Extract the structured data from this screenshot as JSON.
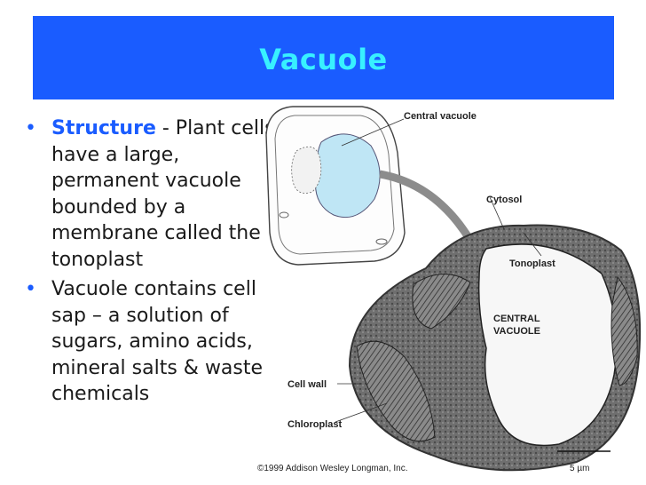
{
  "title": "Vacuole",
  "bullets": [
    {
      "keyword": "Structure",
      "text": " - Plant cells have a large, permanent vacuole bounded by a membrane called the tonoplast"
    },
    {
      "keyword": "",
      "text": "Vacuole contains cell sap – a solution of sugars, amino acids, mineral salts & waste chemicals"
    }
  ],
  "bullet_glyph": "•",
  "diagram": {
    "labels": {
      "central_vacuole": "Central vacuole",
      "cytosol": "Cytosol",
      "tonoplast": "Tonoplast",
      "central_vacuole_line1": "CENTRAL",
      "central_vacuole_line2": "VACUOLE",
      "cell_wall": "Cell wall",
      "chloroplast": "Chloroplast"
    },
    "copyright": "©1999 Addison Wesley Longman, Inc.",
    "scale": "5 µm"
  },
  "colors": {
    "title_bar": "#1a5cff",
    "title_text": "#38f0ff",
    "keyword": "#1a5cff"
  }
}
